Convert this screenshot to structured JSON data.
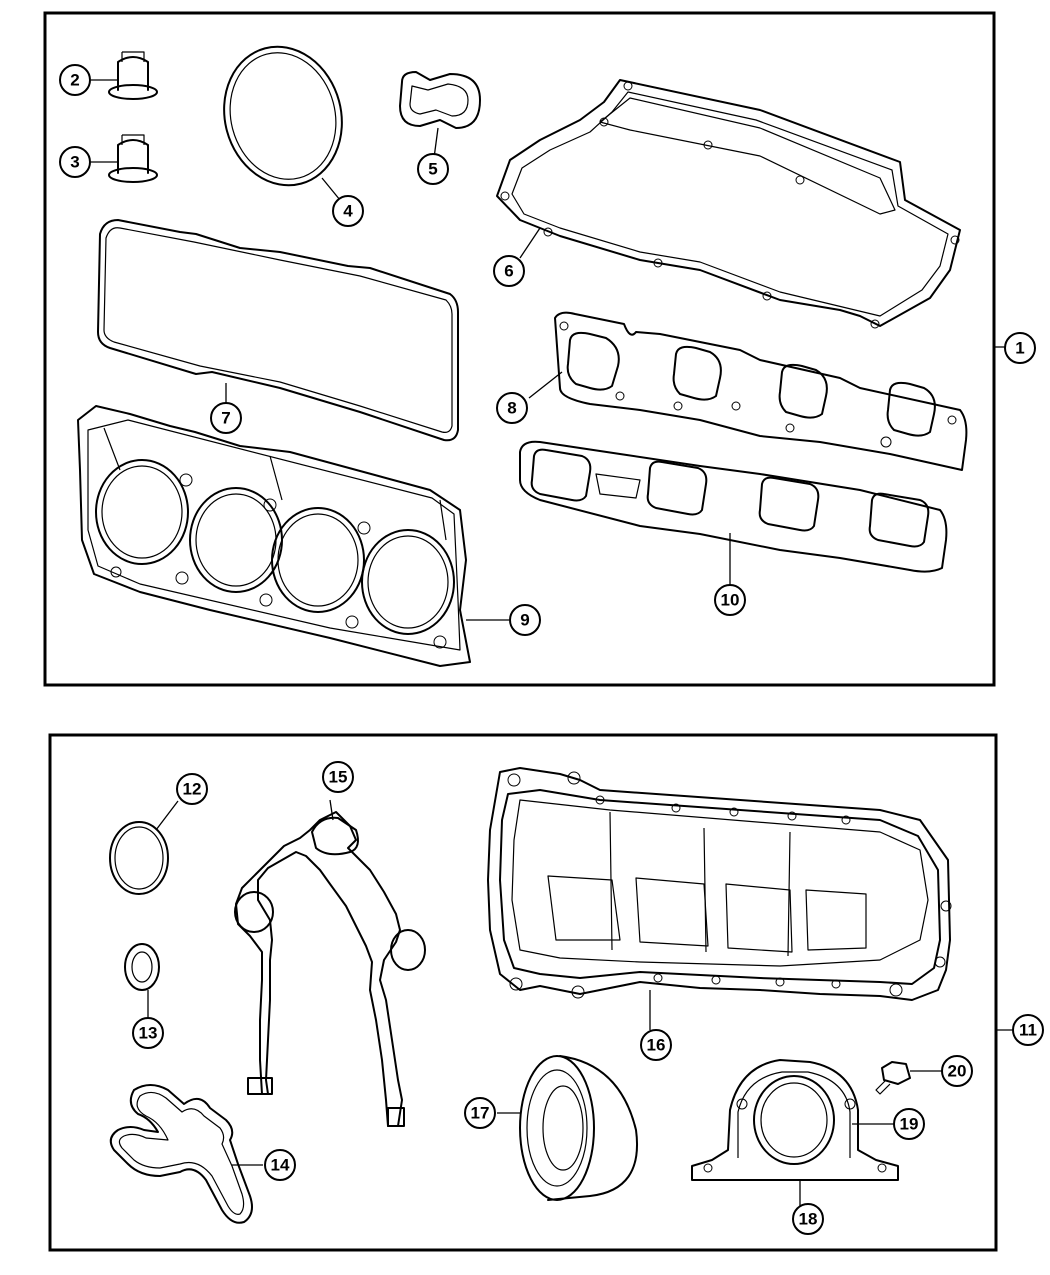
{
  "diagram": {
    "groups": [
      {
        "id": "upper",
        "callout": "1"
      },
      {
        "id": "lower",
        "callout": "11"
      }
    ],
    "callouts": [
      {
        "id": "c1",
        "label": "1"
      },
      {
        "id": "c2",
        "label": "2"
      },
      {
        "id": "c3",
        "label": "3"
      },
      {
        "id": "c4",
        "label": "4"
      },
      {
        "id": "c5",
        "label": "5"
      },
      {
        "id": "c6",
        "label": "6"
      },
      {
        "id": "c7",
        "label": "7"
      },
      {
        "id": "c8",
        "label": "8"
      },
      {
        "id": "c9",
        "label": "9"
      },
      {
        "id": "c10",
        "label": "10"
      },
      {
        "id": "c11",
        "label": "11"
      },
      {
        "id": "c12",
        "label": "12"
      },
      {
        "id": "c13",
        "label": "13"
      },
      {
        "id": "c14",
        "label": "14"
      },
      {
        "id": "c15",
        "label": "15"
      },
      {
        "id": "c16",
        "label": "16"
      },
      {
        "id": "c17",
        "label": "17"
      },
      {
        "id": "c18",
        "label": "18"
      },
      {
        "id": "c19",
        "label": "19"
      },
      {
        "id": "c20",
        "label": "20"
      }
    ]
  }
}
